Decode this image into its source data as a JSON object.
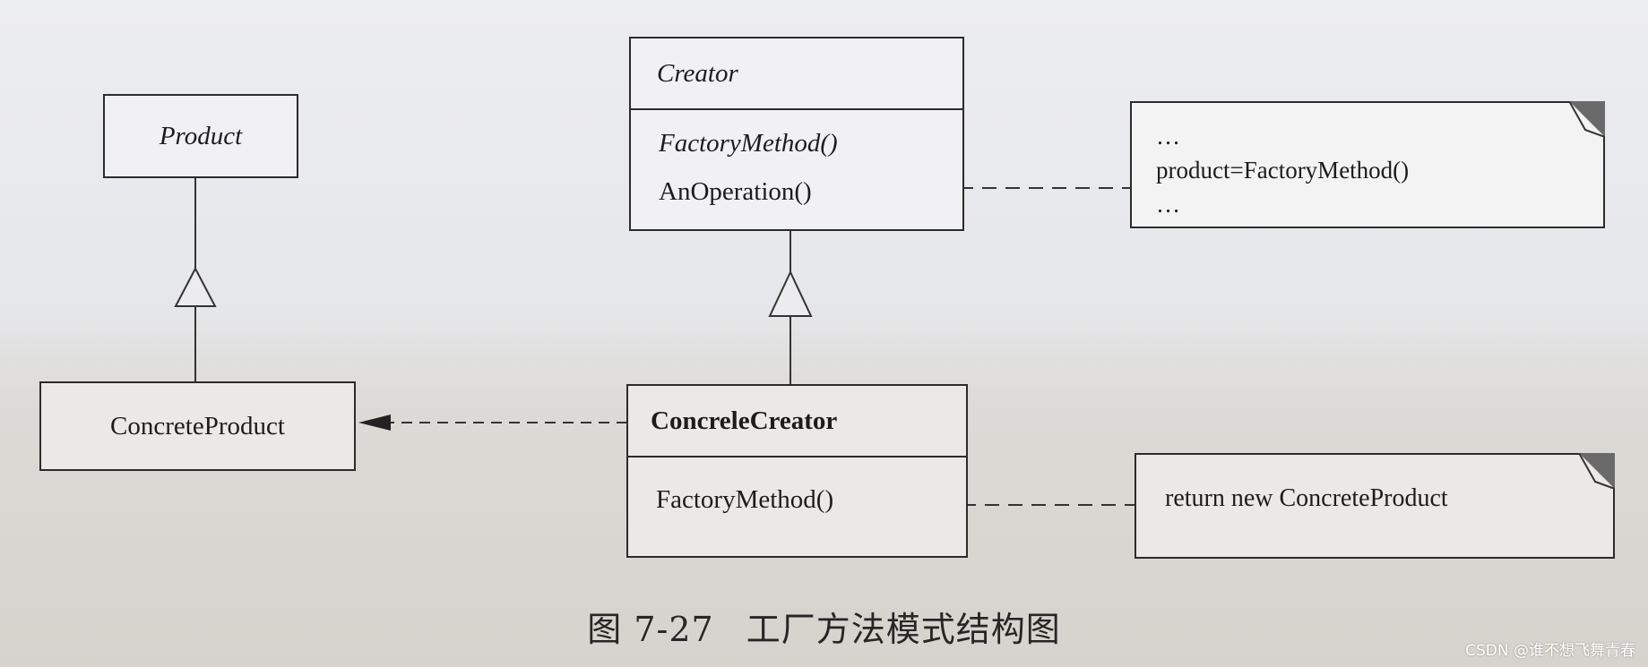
{
  "diagram": {
    "classes": {
      "product": {
        "name": "Product"
      },
      "concrete_product": {
        "name": "ConcreteProduct"
      },
      "creator": {
        "name": "Creator",
        "operations": [
          "FactoryMethod()",
          "AnOperation()"
        ]
      },
      "concrete_creator": {
        "name": "ConcreleCreator",
        "operations": [
          "FactoryMethod()"
        ]
      }
    },
    "notes": {
      "creator_note": {
        "lines": [
          "…",
          "product=FactoryMethod()",
          "…"
        ]
      },
      "concrete_creator_note": {
        "lines": [
          "return new ConcreteProduct"
        ]
      }
    }
  },
  "caption": {
    "number": "图 7-27",
    "title": "工厂方法模式结构图"
  },
  "watermark": "CSDN @谁不想飞舞青春"
}
